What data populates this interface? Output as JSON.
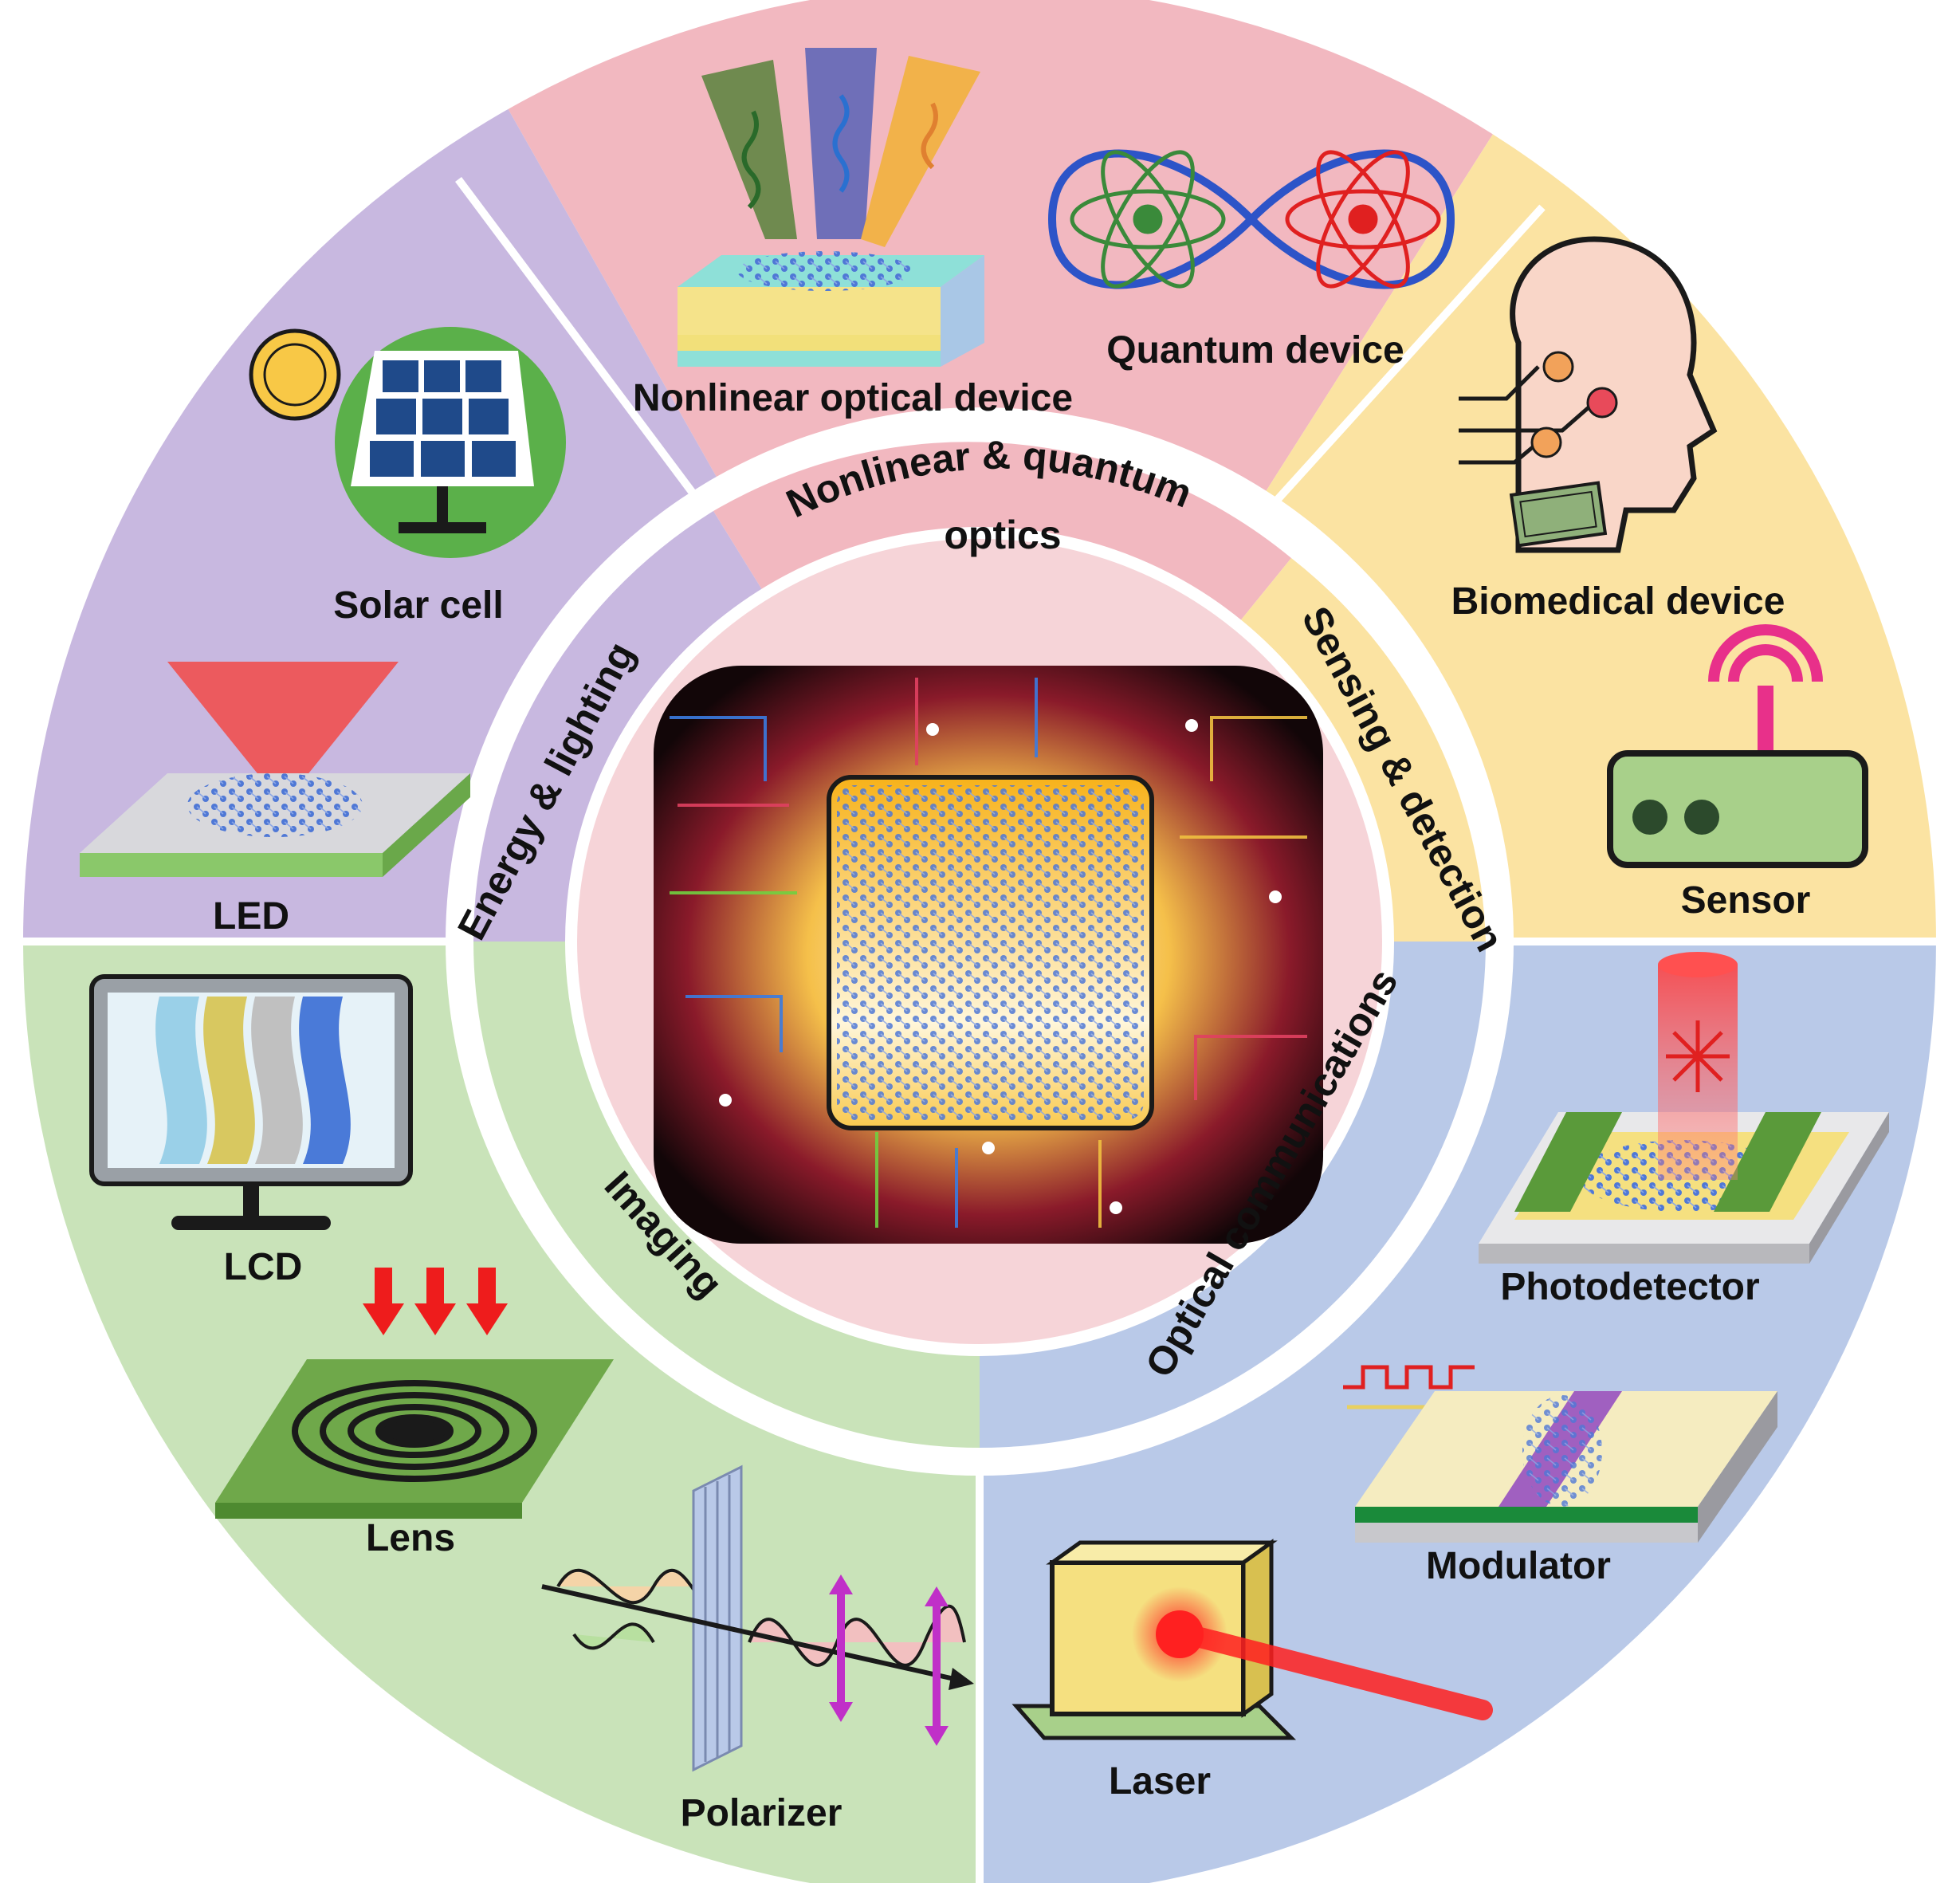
{
  "diagram": {
    "ring_labels": {
      "nonlinear": "Nonlinear & quantum",
      "nonlinear_line2": "optics",
      "energy": "Energy & lighting",
      "sensing": "Sensing & detection",
      "optical": "Optical communications",
      "imaging": "Imaging"
    },
    "devices": {
      "nonlinear_optical": "Nonlinear optical device",
      "quantum": "Quantum device",
      "biomedical": "Biomedical device",
      "sensor": "Sensor",
      "solar_cell": "Solar cell",
      "led": "LED",
      "lcd": "LCD",
      "lens": "Lens",
      "polarizer": "Polarizer",
      "photodetector": "Photodetector",
      "modulator": "Modulator",
      "laser": "Laser"
    },
    "sector_colors": {
      "nonlinear_quantum": "#f2b8c0",
      "sensing": "#fbe3a2",
      "optical": "#b9c9e8",
      "imaging": "#c9e3b9",
      "energy": "#c8b8e0",
      "center": "#f6d4d8"
    }
  }
}
